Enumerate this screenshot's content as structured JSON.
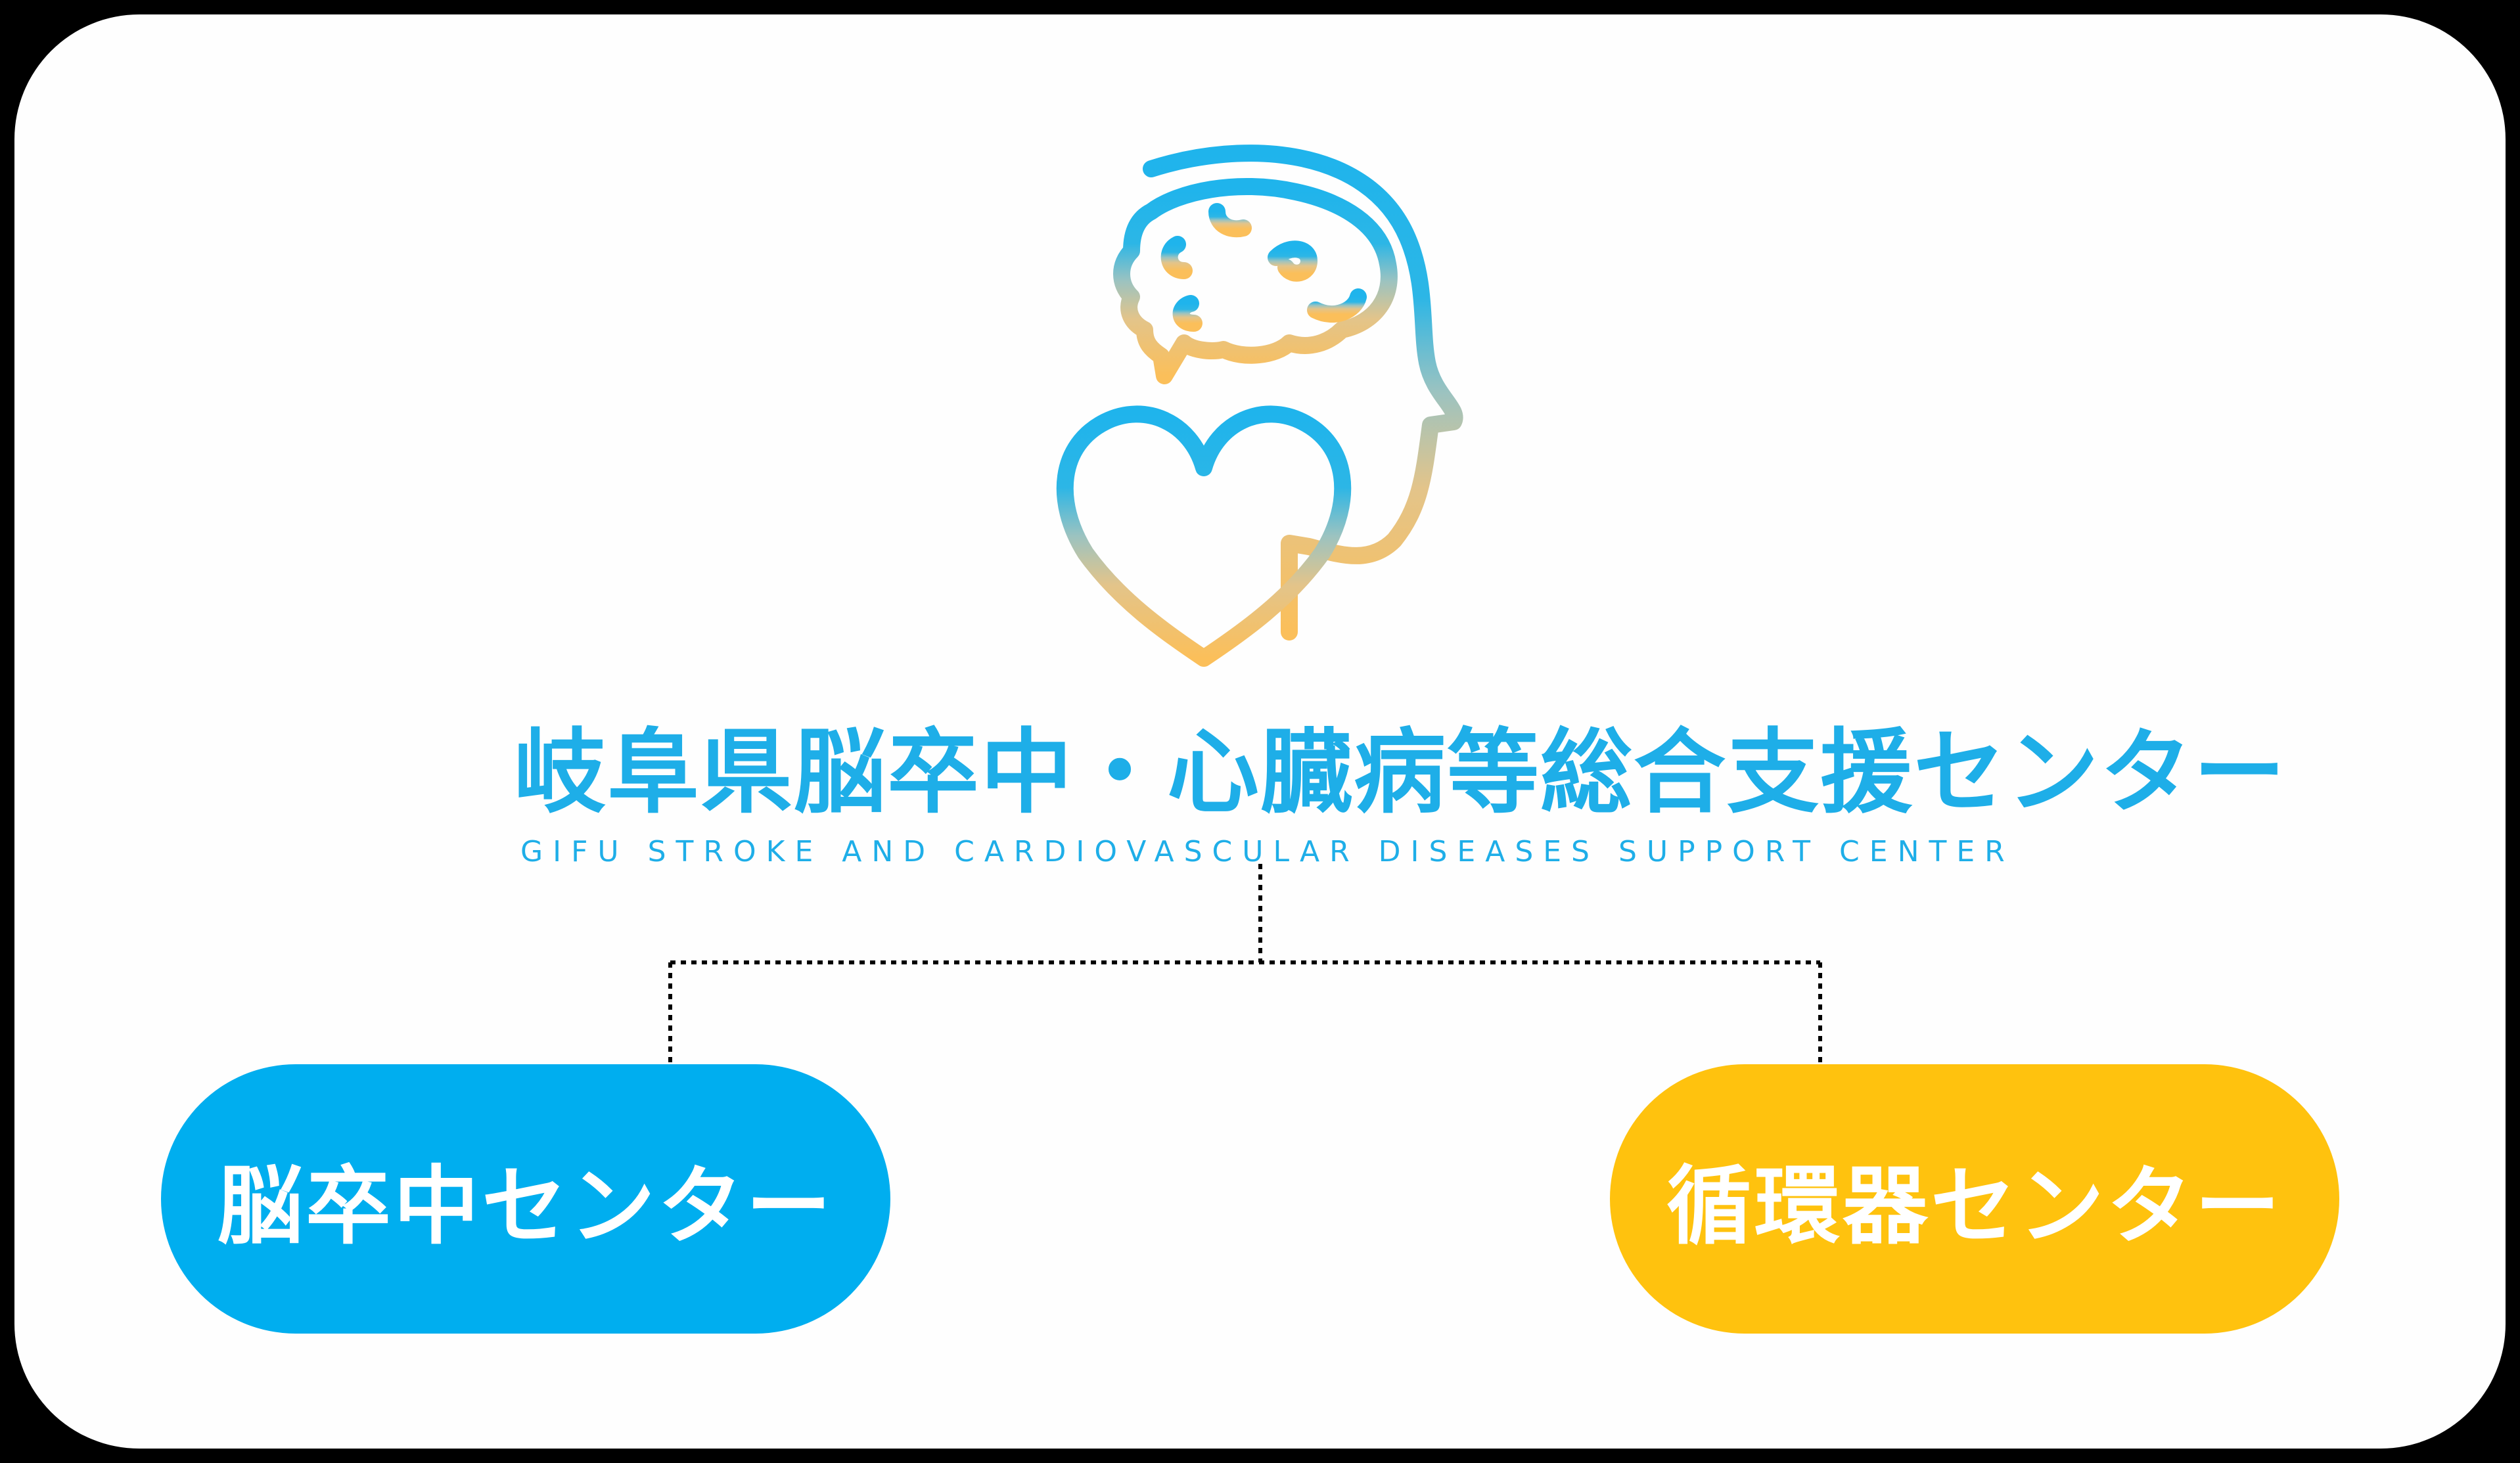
{
  "organization": {
    "title_jp": "岐阜県脳卒中・心臓病等総合支援センター",
    "title_en": "GIFU STROKE AND CARDIOVASCULAR DISEASES SUPPORT CENTER",
    "logo_icon": "head-brain-heart-icon"
  },
  "centers": [
    {
      "label": "脳卒中センター",
      "color": "#00aeef"
    },
    {
      "label": "循環器センター",
      "color": "#ffc20e"
    }
  ],
  "colors": {
    "title_blue": "#1eaee8",
    "gradient_top": "#1fb4ec",
    "gradient_bottom": "#fbbf5a",
    "connector": "#000000",
    "background": "#fefefe",
    "border": "#000000"
  }
}
